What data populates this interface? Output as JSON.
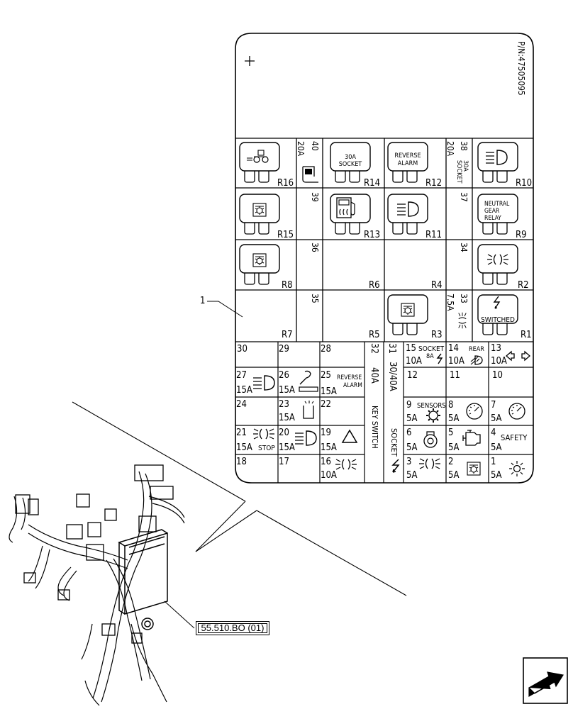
{
  "part_number": "P/N:47505095",
  "item_callout": "1",
  "reference_label": "55.510.BO (01)",
  "relays": {
    "r16": "R16",
    "r14": "R14",
    "r12": "R12",
    "r10": "R10",
    "r15": "R15",
    "r13": "R13",
    "r11": "R11",
    "r9": "R9",
    "r8": "R8",
    "r6": "R6",
    "r4": "R4",
    "r2": "R2",
    "r7": "R7",
    "r5": "R5",
    "r3": "R3",
    "r1": "R1"
  },
  "relay_labels": {
    "socket_30a": [
      "30A",
      "SOCKET"
    ],
    "reverse_alarm": [
      "REVERSE",
      "ALARM"
    ],
    "neutral_gear_relay": [
      "NEUTRAL",
      "GEAR",
      "RELAY"
    ],
    "switched": "SWITCHED"
  },
  "upper_fuses": {
    "f40": {
      "num": "40",
      "amp": "20A"
    },
    "f39": {
      "num": "39"
    },
    "f38": {
      "num": "38",
      "amp": "20A",
      "text": [
        "30A",
        "SOCKET"
      ]
    },
    "f37": {
      "num": "37"
    },
    "f36": {
      "num": "36"
    },
    "f34": {
      "num": "34"
    },
    "f35": {
      "num": "35"
    },
    "f33": {
      "num": "33",
      "amp": "7.5A"
    }
  },
  "fuses": {
    "f30": {
      "num": "30"
    },
    "f29": {
      "num": "29"
    },
    "f28": {
      "num": "28"
    },
    "f32": {
      "num": "32",
      "amp": "40A",
      "text": "KEY SWITCH"
    },
    "f31": {
      "num": "31",
      "amp": "30/40A",
      "text": "SOCKET"
    },
    "f15": {
      "num": "15",
      "amp": "10A",
      "text": "SOCKET",
      "sub": "8A"
    },
    "f14": {
      "num": "14",
      "amp": "10A",
      "text": "REAR"
    },
    "f13": {
      "num": "13",
      "amp": "10A"
    },
    "f27": {
      "num": "27",
      "amp": "15A"
    },
    "f26": {
      "num": "26",
      "amp": "15A"
    },
    "f25": {
      "num": "25",
      "amp": "15A",
      "text": [
        "REVERSE",
        "ALARM"
      ]
    },
    "f12": {
      "num": "12"
    },
    "f11": {
      "num": "11"
    },
    "f10": {
      "num": "10"
    },
    "f24": {
      "num": "24"
    },
    "f23": {
      "num": "23",
      "amp": "15A"
    },
    "f22": {
      "num": "22"
    },
    "f9": {
      "num": "9",
      "amp": "5A",
      "text": "SENSORS"
    },
    "f8": {
      "num": "8",
      "amp": "5A"
    },
    "f7": {
      "num": "7",
      "amp": "5A"
    },
    "f21": {
      "num": "21",
      "amp": "15A",
      "text": "STOP"
    },
    "f20": {
      "num": "20",
      "amp": "15A"
    },
    "f19": {
      "num": "19",
      "amp": "15A"
    },
    "f6": {
      "num": "6",
      "amp": "5A"
    },
    "f5": {
      "num": "5",
      "amp": "5A"
    },
    "f4": {
      "num": "4",
      "amp": "5A",
      "text": "SAFETY"
    },
    "f18": {
      "num": "18"
    },
    "f17": {
      "num": "17"
    },
    "f16": {
      "num": "16",
      "amp": "10A"
    },
    "f3": {
      "num": "3",
      "amp": "5A"
    },
    "f2": {
      "num": "2",
      "amp": "5A"
    },
    "f1": {
      "num": "1",
      "amp": "5A"
    }
  },
  "icons": [
    "tractor-icon",
    "heated-seat-icon",
    "headlight-icon",
    "relay-icon",
    "fuel-heater-icon",
    "parking-light-icon",
    "lightning-icon",
    "rear-light-icon",
    "turn-signal-icon",
    "cigar-lighter-icon",
    "seat-icon",
    "gauge-icon",
    "hazard-icon",
    "sensor-gear-icon",
    "engine-icon",
    "starter-icon",
    "beacon-icon"
  ]
}
